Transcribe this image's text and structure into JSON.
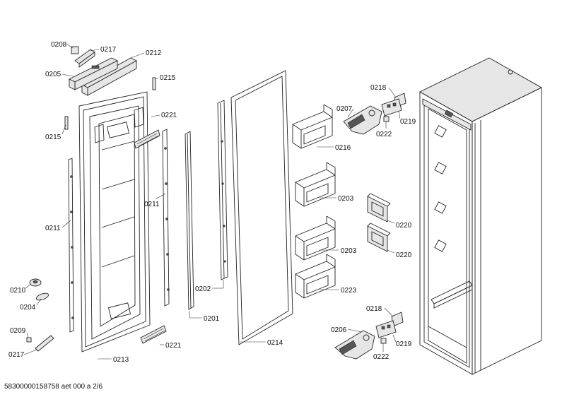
{
  "labels": {
    "p0208": "0208",
    "p0217_top": "0217",
    "p0212": "0212",
    "p0205": "0205",
    "p0215_right": "0215",
    "p0215_left": "0215",
    "p0221_top": "0221",
    "p0211_left": "0211",
    "p0211_mid": "0211",
    "p0210": "0210",
    "p0204": "0204",
    "p0209": "0209",
    "p0217_bottom": "0217",
    "p0213": "0213",
    "p0221_bottom": "0221",
    "p0201": "0201",
    "p0202": "0202",
    "p0214": "0214",
    "p0216": "0216",
    "p0203_a": "0203",
    "p0203_b": "0203",
    "p0223": "0223",
    "p0207": "0207",
    "p0218_top": "0218",
    "p0219_top": "0219",
    "p0222_top": "0222",
    "p0220_a": "0220",
    "p0220_b": "0220",
    "p0206": "0206",
    "p0218_bottom": "0218",
    "p0219_bottom": "0219",
    "p0222_bottom": "0222"
  },
  "footer": "58300000158758 aet 000 a 2/6"
}
